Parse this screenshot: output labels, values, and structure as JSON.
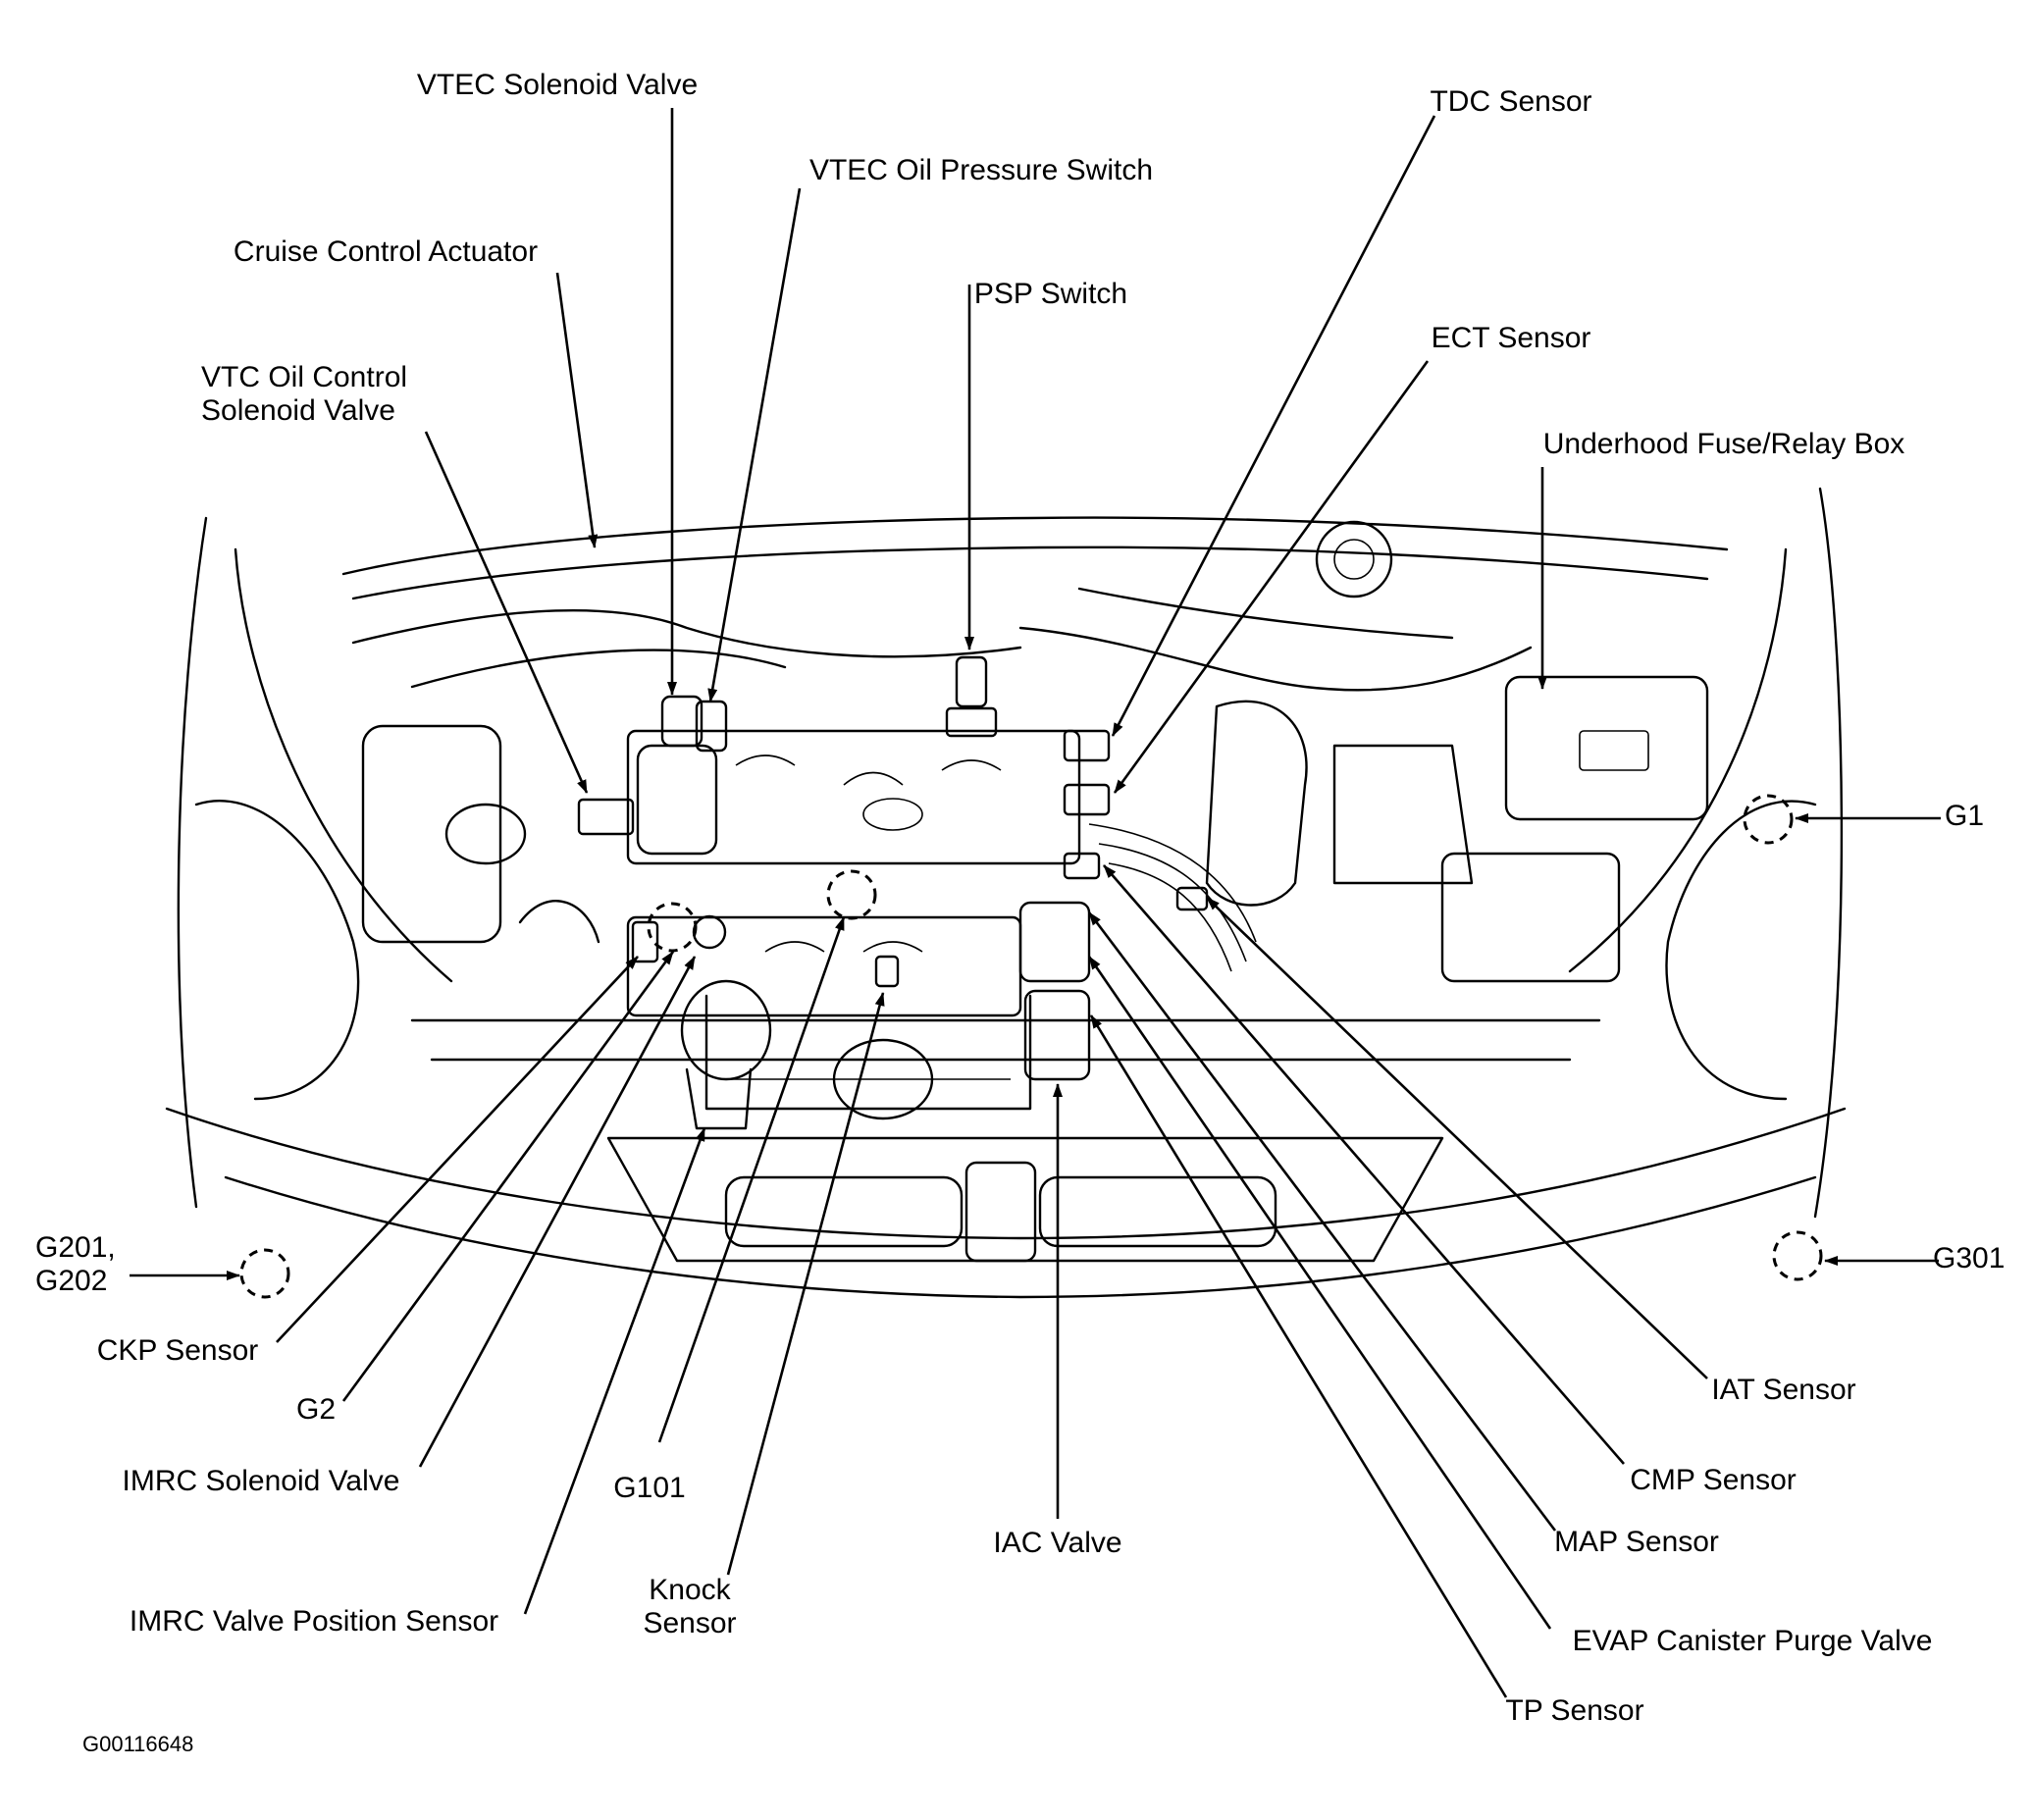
{
  "figure_code": "G00116648",
  "labels": {
    "vtec_solenoid_valve": "VTEC Solenoid Valve",
    "vtec_oil_pressure_switch": "VTEC Oil Pressure Switch",
    "tdc_sensor": "TDC Sensor",
    "cruise_control_actuator": "Cruise Control Actuator",
    "psp_switch": "PSP Switch",
    "ect_sensor": "ECT Sensor",
    "vtc_oil_control_line1": "VTC Oil Control",
    "vtc_oil_control_line2": "Solenoid Valve",
    "underhood_fuse_relay_box": "Underhood Fuse/Relay Box",
    "g1": "G1",
    "g201_line1": "G201,",
    "g201_line2": "G202",
    "g301": "G301",
    "ckp_sensor": "CKP Sensor",
    "g2": "G2",
    "imrc_solenoid_valve": "IMRC Solenoid Valve",
    "g101": "G101",
    "imrc_valve_position_sensor": "IMRC Valve Position Sensor",
    "knock_sensor_line1": "Knock",
    "knock_sensor_line2": "Sensor",
    "iac_valve": "IAC Valve",
    "iat_sensor": "IAT Sensor",
    "cmp_sensor": "CMP Sensor",
    "map_sensor": "MAP Sensor",
    "evap_canister_purge_valve": "EVAP Canister Purge Valve",
    "tp_sensor": "TP Sensor"
  }
}
